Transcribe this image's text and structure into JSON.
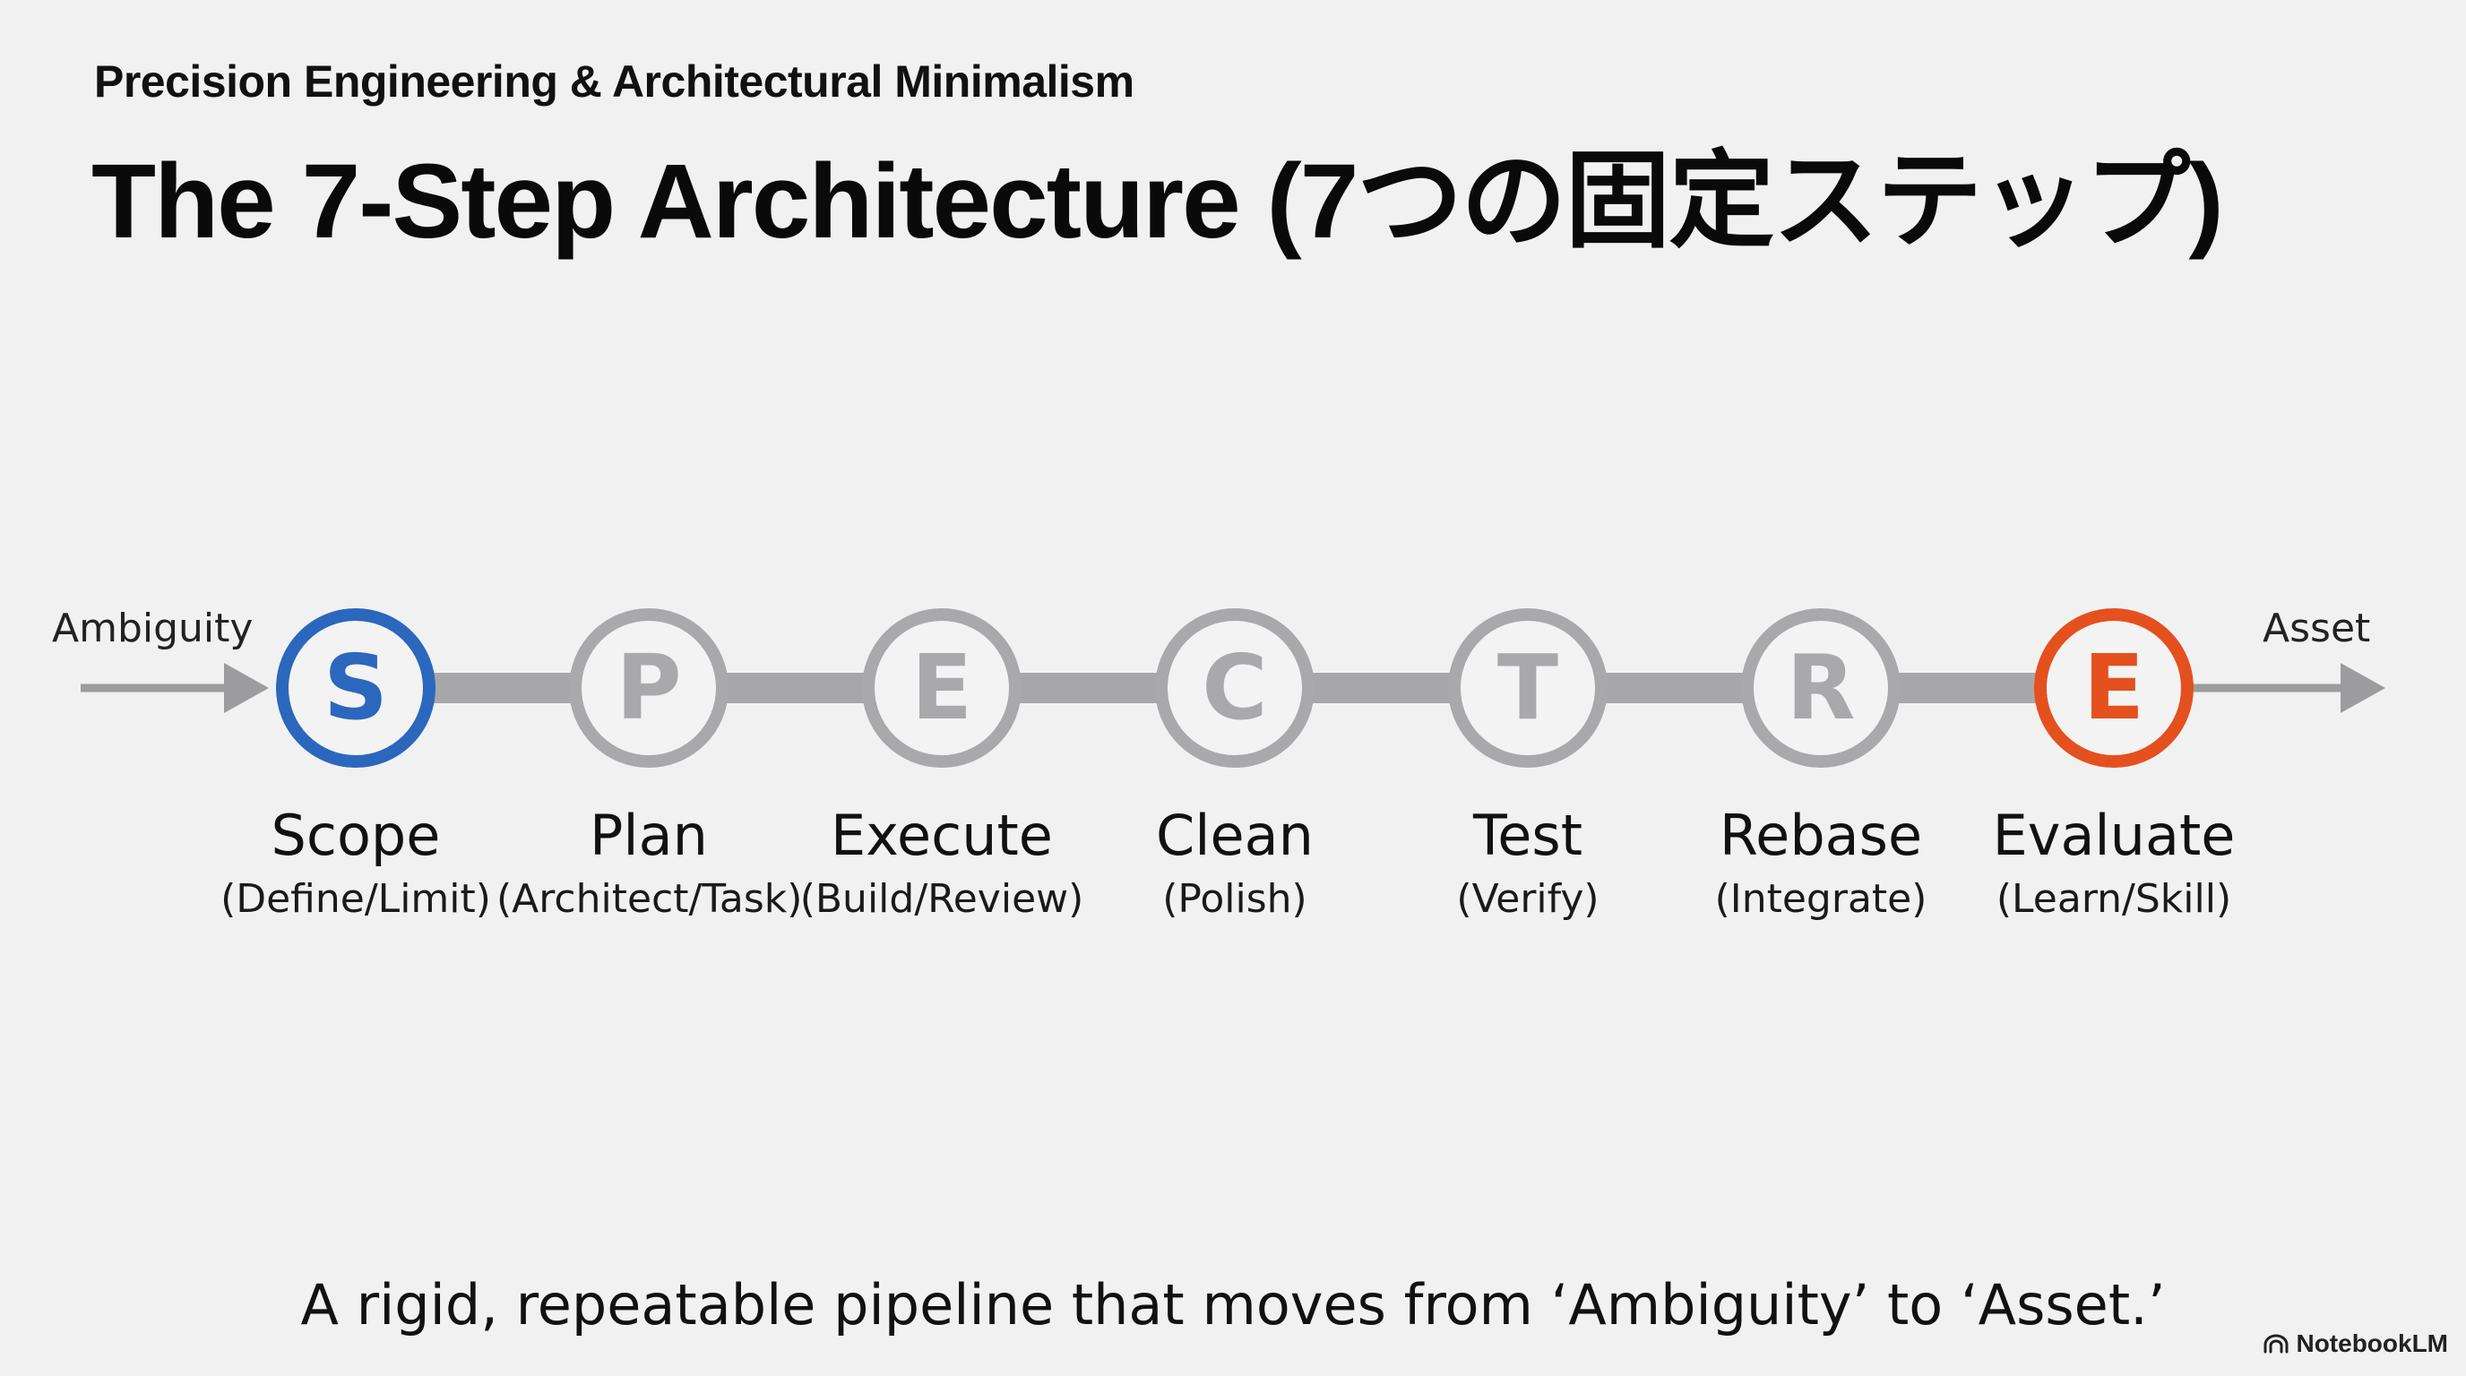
{
  "header": {
    "subtitle": "Precision Engineering & Architectural Minimalism",
    "title": "The 7-Step Architecture (7つの固定ステップ)"
  },
  "pipeline": {
    "start_label": "Ambiguity",
    "end_label": "Asset",
    "colors": {
      "first": "#2b67bd",
      "last": "#e5501f",
      "neutral": "#a9a9ab",
      "track": "#a7a7a9",
      "arrow": "#9c9c9e"
    },
    "steps": [
      {
        "letter": "S",
        "name": "Scope",
        "sub": "(Define/Limit)",
        "highlight": "first"
      },
      {
        "letter": "P",
        "name": "Plan",
        "sub": "(Architect/Task)",
        "highlight": "none"
      },
      {
        "letter": "E",
        "name": "Execute",
        "sub": "(Build/Review)",
        "highlight": "none"
      },
      {
        "letter": "C",
        "name": "Clean",
        "sub": "(Polish)",
        "highlight": "none"
      },
      {
        "letter": "T",
        "name": "Test",
        "sub": "(Verify)",
        "highlight": "none"
      },
      {
        "letter": "R",
        "name": "Rebase",
        "sub": "(Integrate)",
        "highlight": "none"
      },
      {
        "letter": "E",
        "name": "Evaluate",
        "sub": "(Learn/Skill)",
        "highlight": "last"
      }
    ]
  },
  "tagline": "A rigid, repeatable pipeline that moves from ‘Ambiguity’ to ‘Asset.’",
  "brand": {
    "name": "NotebookLM",
    "icon": "notebooklm-logo-icon"
  }
}
